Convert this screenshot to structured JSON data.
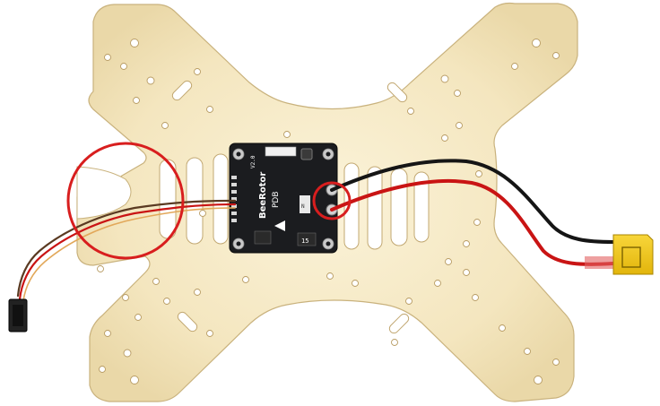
{
  "diagram": {
    "board": {
      "brand_line": "BeeRotor",
      "product_line": "PDB",
      "version_label": "V2.0",
      "chip_label": "15",
      "small_mark": "N"
    },
    "colors": {
      "plate_light": "#f7ecc9",
      "plate_dark": "#e6d3a0",
      "plate_edge": "#c9b27d",
      "pcb": "#1b1c1f",
      "pad": "#d9d9d9",
      "highlight": "#d81e1e",
      "wire_red": "#c91414",
      "wire_black": "#151515",
      "wire_brown": "#5a3a22",
      "xt60": "#f2c614",
      "connector_black": "#222222"
    },
    "annotations": [
      {
        "target": "receiver-wire-pass-through-slot",
        "shape": "circle"
      },
      {
        "target": "battery-lead-solder-pads",
        "shape": "circle"
      }
    ]
  }
}
